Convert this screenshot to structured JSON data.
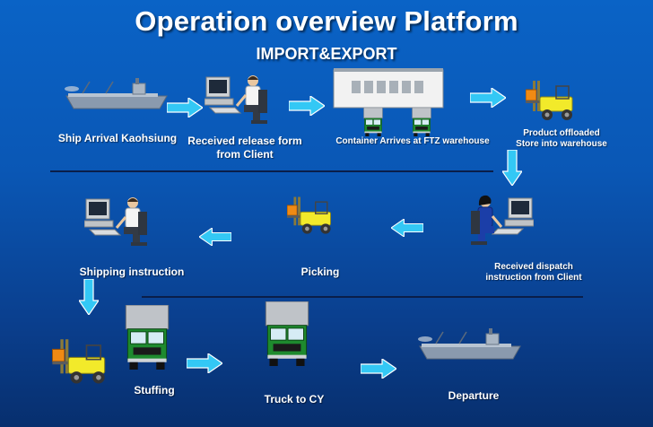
{
  "title": "Operation overview Platform",
  "subtitle": "IMPORT&EXPORT",
  "steps": {
    "ship_arrival": "Ship Arrival Kaohsiung",
    "release_form_1": "Received release form",
    "release_form_2": "from Client",
    "container_arrives": "Container  Arrives at FTZ warehouse",
    "offloaded_1": "Product offloaded",
    "offloaded_2": "Store into warehouse",
    "dispatch_1": "Received dispatch",
    "dispatch_2": "instruction from Client",
    "picking": "Picking",
    "shipping_instruction": "Shipping instruction",
    "stuffing": "Stuffing",
    "truck_to_cy": "Truck to CY",
    "departure": "Departure"
  },
  "colors": {
    "background_top": "#0a63c6",
    "background_bottom": "#072f6e",
    "arrow": "#33c8f5",
    "forklift": "#f2ea2a",
    "truck_cab": "#1e8a2e",
    "divider": "#0a1e4a"
  },
  "icons": [
    "ship-icon",
    "computer-operator-icon",
    "warehouse-icon",
    "truck-icon",
    "forklift-icon",
    "arrow-right-icon",
    "arrow-left-icon",
    "arrow-down-icon"
  ]
}
